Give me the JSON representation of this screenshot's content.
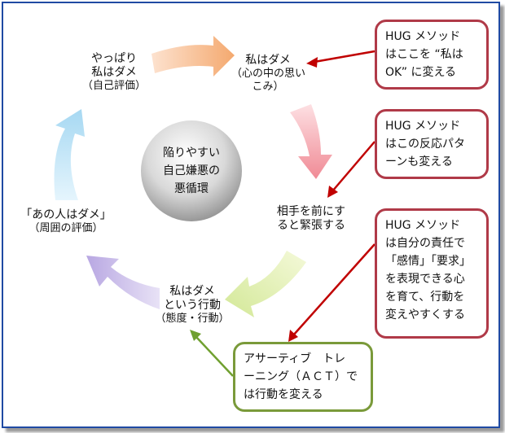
{
  "center": {
    "lines": [
      "陥りやすい",
      "自己嫌悪の",
      "悪循環"
    ]
  },
  "cycle": {
    "top": {
      "title": "私はダメ",
      "sub": [
        "（心の中の思い",
        "こみ）"
      ]
    },
    "right": {
      "lines": [
        "相手を前にす",
        "ると緊張する"
      ]
    },
    "bottom": {
      "lines": [
        "私はダメ",
        "という行動"
      ],
      "sub": "（態度・行動）"
    },
    "left": {
      "title": "「あの人はダメ」",
      "sub": "（周囲の評価）"
    },
    "topleft": {
      "lines": [
        "やっぱり",
        "私はダメ"
      ],
      "sub": "（自己評価）"
    }
  },
  "callouts": {
    "c1": [
      "HUG メソッド",
      "はここを “私は",
      "OK” に変える"
    ],
    "c2": [
      "HUG メソッド",
      "はこの反応パタ",
      "ーンも変える"
    ],
    "c3": [
      "HUG メソッド",
      "は自分の責任で",
      "「感情」「要求」",
      "を表現できる心",
      "を育て、行動を",
      "変えやすくする"
    ],
    "c4": [
      "アサーティブ　トレ",
      "ーニング（ＡＣＴ）で",
      "は行動を変える"
    ]
  },
  "colors": {
    "frame": "#1f4aa3",
    "arrow_orange": "#f4b183",
    "arrow_pink": "#f4a0a8",
    "arrow_green": "#d8eb9c",
    "arrow_purple": "#c9bce8",
    "arrow_blue": "#b7e0f5",
    "callout_red": "#b03a48",
    "callout_green": "#7a9a3a",
    "pointer_red": "#c00000",
    "pointer_green": "#70a030"
  }
}
